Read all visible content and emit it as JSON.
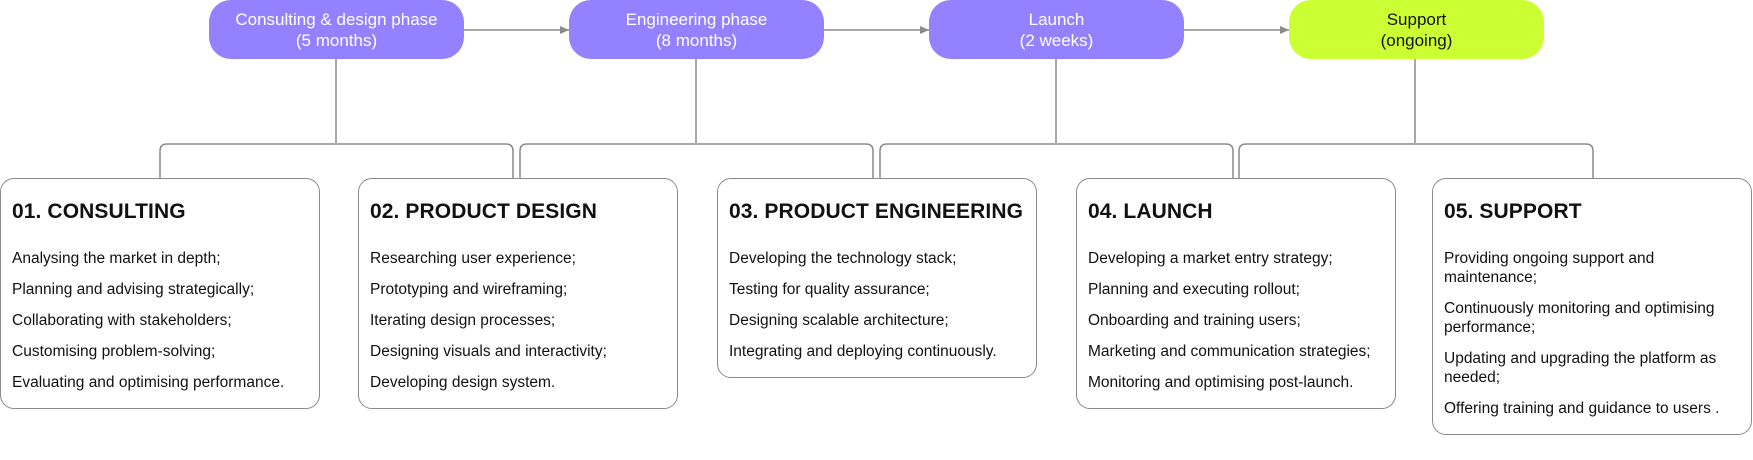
{
  "colors": {
    "phase_fill": "#9381ff",
    "support_fill": "#ccff33",
    "connector": "#8a8a8a",
    "card_border": "#8a8a8a",
    "text": "#111111"
  },
  "phases": [
    {
      "line1": "Consulting & design phase",
      "line2": "(5 months)"
    },
    {
      "line1": "Engineering phase",
      "line2": "(8 months)"
    },
    {
      "line1": "Launch",
      "line2": "(2 weeks)"
    },
    {
      "line1": "Support",
      "line2": "(ongoing)"
    }
  ],
  "stages": [
    {
      "title": "01. CONSULTING",
      "items": [
        "Analysing the market in depth;",
        "Planning and advising strategically;",
        "Collaborating with stakeholders;",
        "Customising problem-solving;",
        "Evaluating and optimising performance."
      ]
    },
    {
      "title": "02. PRODUCT DESIGN",
      "items": [
        "Researching user experience;",
        "Prototyping and wireframing;",
        "Iterating design processes;",
        "Designing visuals and interactivity;",
        "Developing design system."
      ]
    },
    {
      "title": "03. PRODUCT ENGINEERING",
      "items": [
        "Developing the technology stack;",
        "Testing for quality assurance;",
        "Designing scalable architecture;",
        "Integrating and deploying continuously."
      ]
    },
    {
      "title": "04. LAUNCH",
      "items": [
        "Developing a market entry strategy;",
        "Planning and executing rollout;",
        "Onboarding and training users;",
        "Marketing and communication strategies;",
        "Monitoring and optimising post-launch."
      ]
    },
    {
      "title": "05. SUPPORT",
      "items": [
        "Providing ongoing support and maintenance;",
        "Continuously monitoring and optimising performance;",
        "Updating and upgrading the platform as needed;",
        "Offering training and guidance to users ."
      ]
    }
  ]
}
